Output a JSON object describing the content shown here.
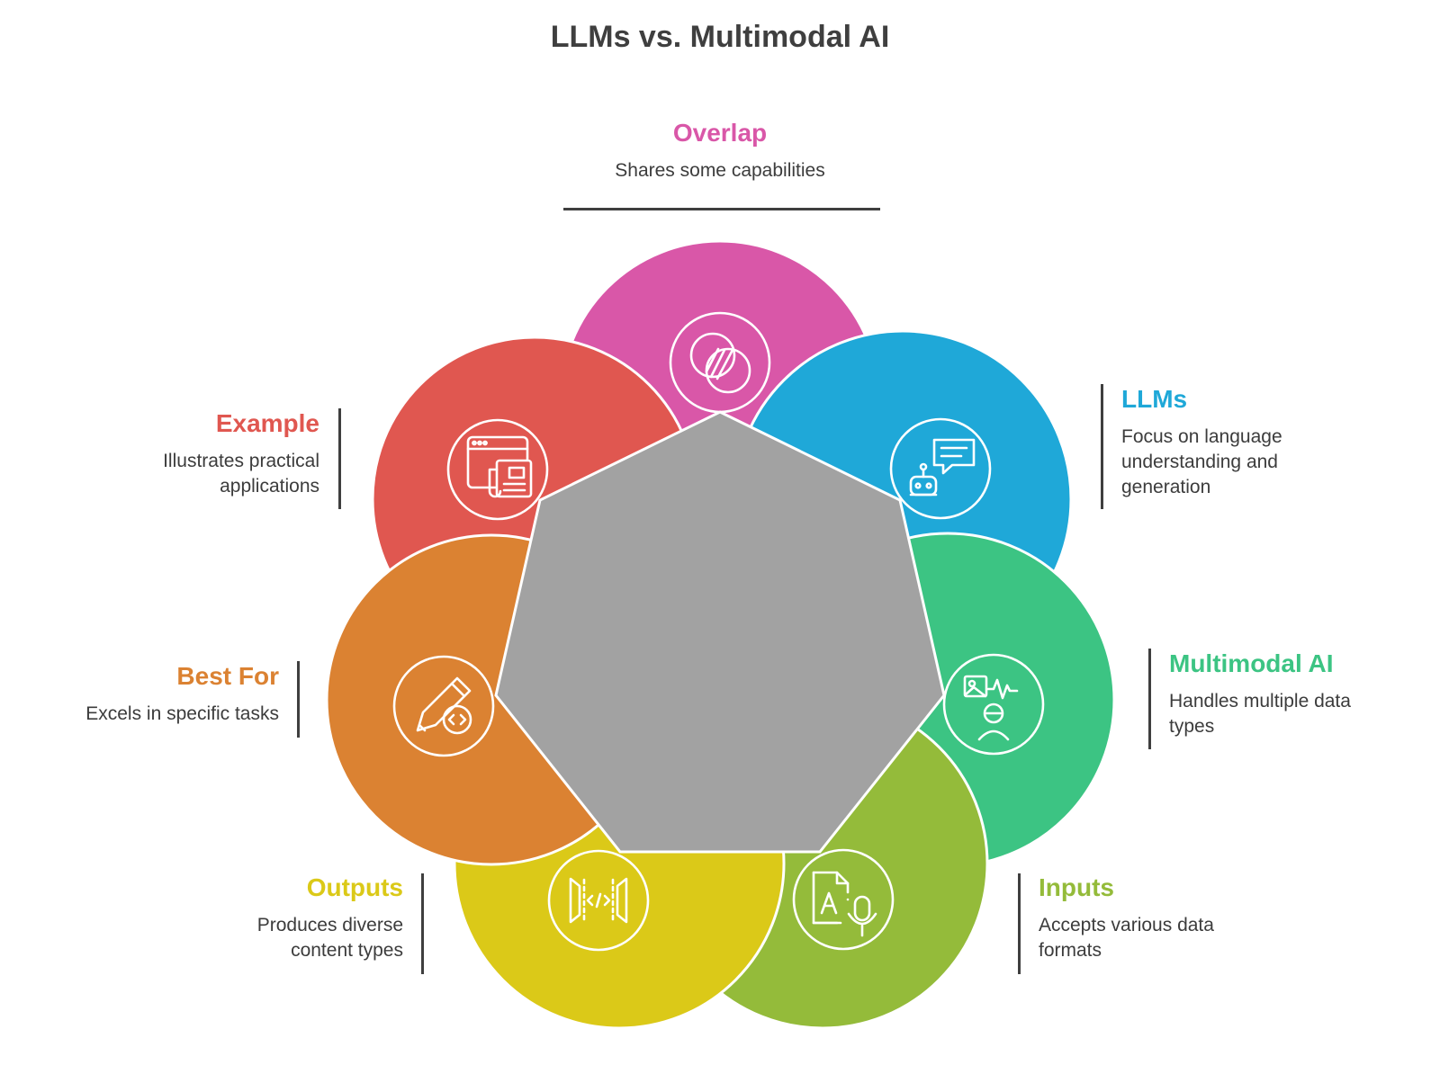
{
  "title": "LLMs vs. Multimodal AI",
  "colors": {
    "overlap": "#d957a8",
    "llms": "#1fa8d8",
    "multimodal": "#3cc483",
    "inputs": "#94bb3a",
    "outputs": "#dbc918",
    "best_for": "#db8232",
    "example": "#e05750",
    "center": "#a2a2a2"
  },
  "segments": [
    {
      "key": "overlap",
      "heading": "Overlap",
      "desc": [
        "Shares some capabilities"
      ],
      "icon": "venn-overlap-icon"
    },
    {
      "key": "llms",
      "heading": "LLMs",
      "desc": [
        "Focus on language",
        "understanding and",
        "generation"
      ],
      "icon": "robot-chat-icon"
    },
    {
      "key": "multimodal",
      "heading": "Multimodal AI",
      "desc": [
        "Handles multiple data",
        "types"
      ],
      "icon": "image-waveform-person-icon"
    },
    {
      "key": "inputs",
      "heading": "Inputs",
      "desc": [
        "Accepts various data",
        "formats"
      ],
      "icon": "document-microphone-icon"
    },
    {
      "key": "outputs",
      "heading": "Outputs",
      "desc": [
        "Produces diverse",
        "content types"
      ],
      "icon": "code-output-icon"
    },
    {
      "key": "best_for",
      "heading": "Best For",
      "desc": [
        "Excels in specific tasks"
      ],
      "icon": "pencil-code-icon"
    },
    {
      "key": "example",
      "heading": "Example",
      "desc": [
        "Illustrates practical",
        "applications"
      ],
      "icon": "browser-newspaper-icon"
    }
  ]
}
